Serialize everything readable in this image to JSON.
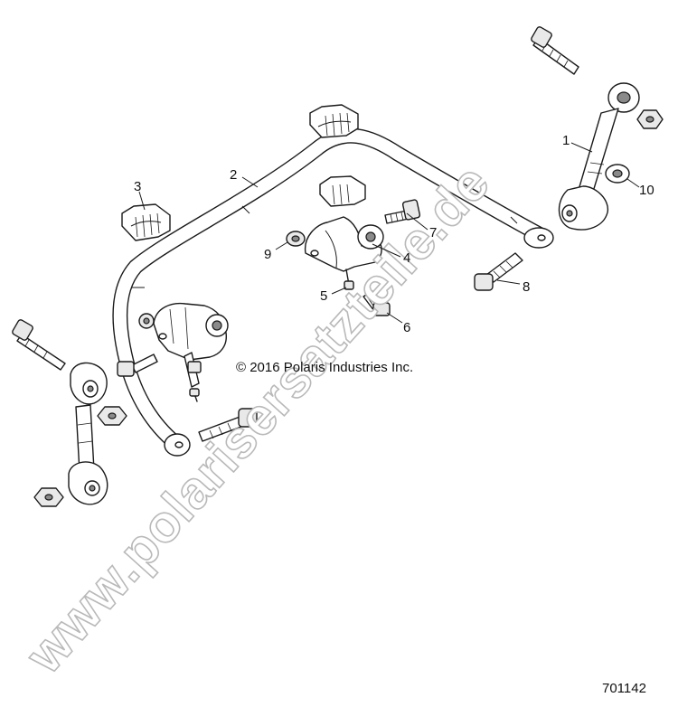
{
  "diagram": {
    "copyright": "© 2016 Polaris Industries Inc.",
    "document_number": "701142",
    "watermark": "www.polarisersatzteile.de",
    "callouts": {
      "c1": "1",
      "c2": "2",
      "c3": "3",
      "c4": "4",
      "c5": "5",
      "c6": "6",
      "c7": "7",
      "c8": "8",
      "c9": "9",
      "c10": "10"
    }
  }
}
